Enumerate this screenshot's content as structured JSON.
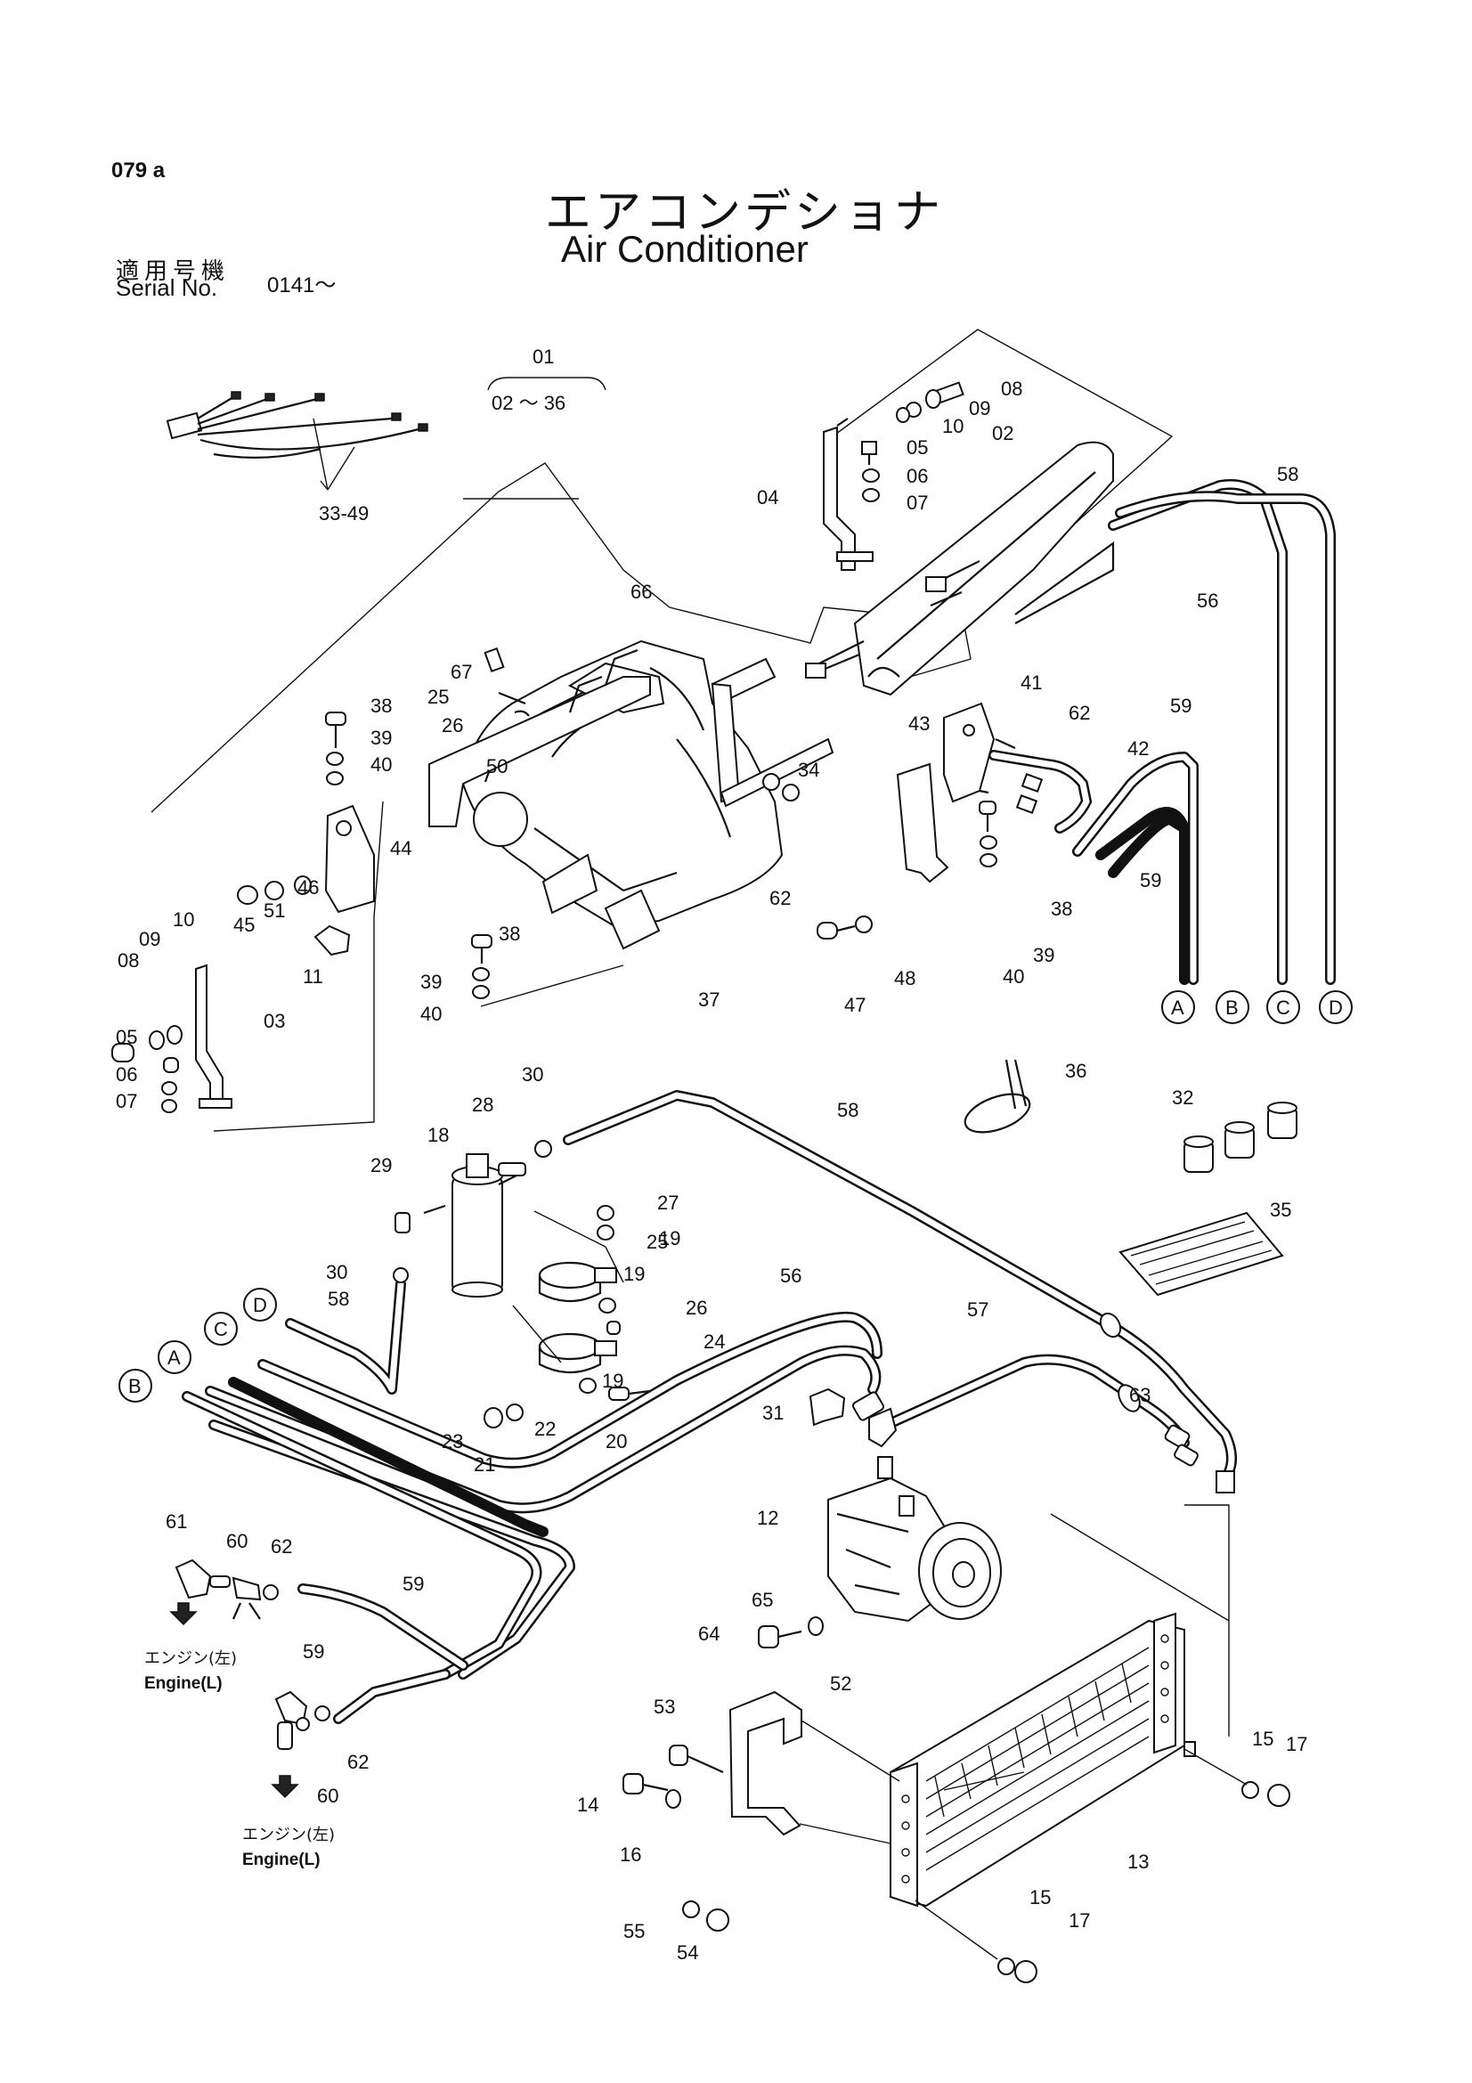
{
  "header": {
    "page_code": "079 a",
    "title_jp": "エアコンデショナ",
    "title_en": "Air Conditioner",
    "serial_label_jp": "適用号機",
    "serial_label_en": "Serial No.",
    "serial_value": "0141～"
  },
  "assembly": {
    "main": "01",
    "range": "02 ～ 36"
  },
  "connectors": [
    "A",
    "B",
    "C",
    "D"
  ],
  "engine_notes": [
    {
      "jp": "エンジン(左)",
      "en": "Engine(L)"
    },
    {
      "jp": "エンジン(左)",
      "en": "Engine(L)"
    }
  ],
  "callouts": [
    "33-49",
    "02",
    "04",
    "05",
    "06",
    "07",
    "08",
    "09",
    "10",
    "58",
    "56",
    "66",
    "67",
    "25",
    "26",
    "38",
    "39",
    "40",
    "50",
    "44",
    "46",
    "51",
    "45",
    "11",
    "03",
    "41",
    "62",
    "42",
    "59",
    "43",
    "34",
    "37",
    "47",
    "48",
    "12",
    "13",
    "14",
    "15",
    "16",
    "17",
    "18",
    "19",
    "20",
    "21",
    "22",
    "23",
    "24",
    "27",
    "28",
    "29",
    "30",
    "31",
    "32",
    "35",
    "36",
    "52",
    "53",
    "54",
    "55",
    "57",
    "60",
    "61",
    "63",
    "64",
    "65"
  ]
}
